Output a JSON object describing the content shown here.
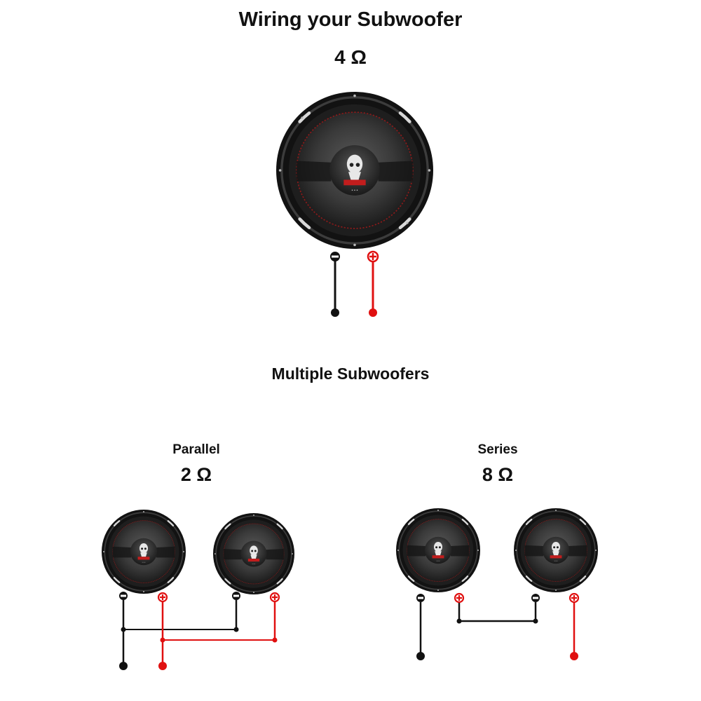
{
  "header": {
    "title": "Wiring  your Subwoofer",
    "single_impedance": "4 Ω"
  },
  "multiple": {
    "title": "Multiple Subwoofers",
    "parallel": {
      "label": "Parallel",
      "impedance": "2 Ω"
    },
    "series": {
      "label": "Series",
      "impedance": "8 Ω"
    }
  },
  "colors": {
    "negative_wire": "#111111",
    "positive_wire": "#e01010",
    "speaker_body": "#1a1a1a",
    "cone": "#3a3a3a",
    "accent_red": "#b01818"
  },
  "terminals": {
    "negative_symbol": "−",
    "positive_symbol": "+"
  }
}
